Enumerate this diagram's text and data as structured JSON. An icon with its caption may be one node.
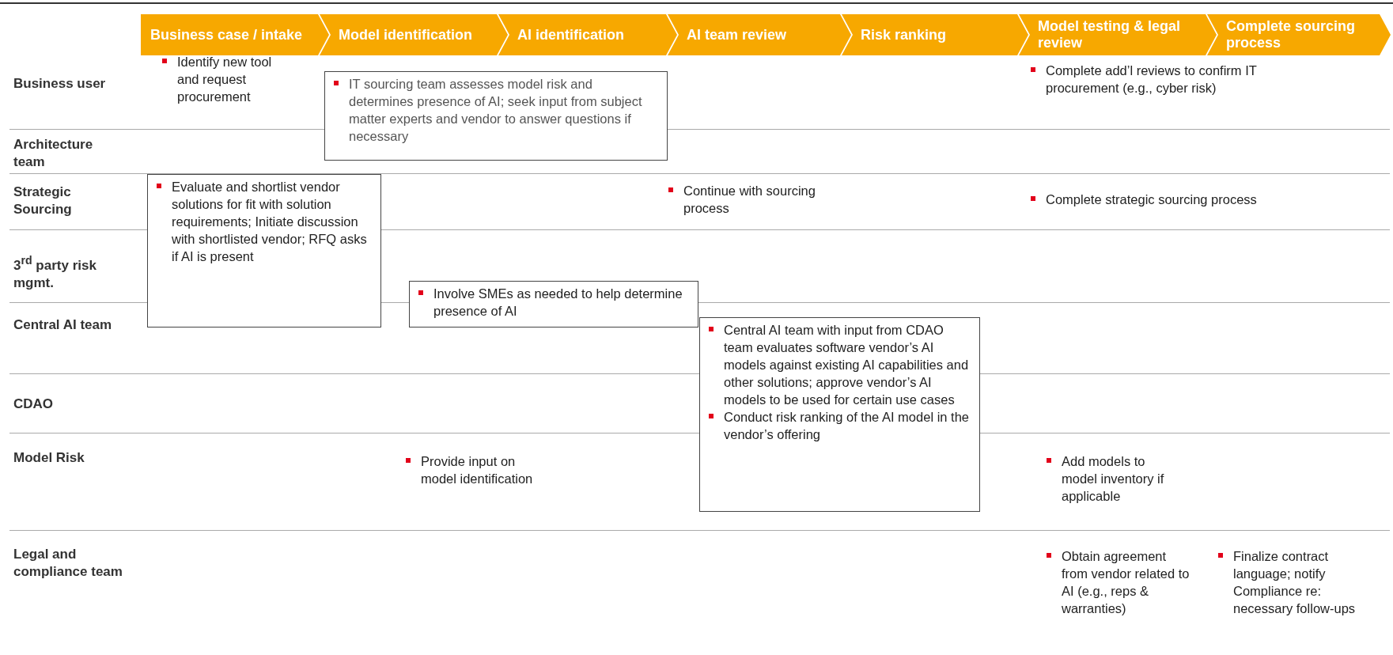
{
  "diagram": {
    "nodes": [
      {
        "text": [
          "Business case / intake"
        ]
      },
      {
        "text": [
          "Model identification"
        ]
      },
      {
        "text": [
          "AI identification"
        ]
      },
      {
        "text": [
          "AI team review"
        ]
      },
      {
        "text": [
          "Risk ranking"
        ]
      },
      {
        "text": [
          "Model testing & legal review"
        ]
      },
      {
        "text": [
          "Complete sourcing process"
        ]
      },
      {
        "text": [
          "IT sourcing team assesses model risk and determines presence of AI; seek input from subject matter experts and vendor to answer questions if necessary"
        ]
      },
      {
        "text": [
          "Evaluate and shortlist vendor solutions for fit with solution requirements; Initiate discussion with shortlisted vendor; RFQ asks if AI is present"
        ]
      },
      {
        "text": [
          "Involve SMEs as needed to help determine presence of AI"
        ]
      },
      {
        "text": [
          "Central AI team with input from CDAO team evaluates software vendor’s AI models against existing AI capabilities and other solutions; approve vendor’s AI models to be used for certain use cases",
          "Conduct risk ranking of the AI model in the vendor’s offering"
        ]
      }
    ],
    "edges": [],
    "labels": [
      "Business user",
      "Identify new tool and request procurement",
      "Complete add’l reviews to confirm IT procurement (e.g., cyber risk)",
      "Architecture team",
      "Strategic Sourcing",
      "Continue with sourcing process",
      "Complete strategic sourcing process",
      "3$^{rd}$ party risk mgmt.",
      "Central AI team",
      "CDAO",
      "Model Risk",
      "Provide input on model identification",
      "Add models to model inventory if applicable",
      "Legal and compliance team",
      "Obtain agreement from vendor related to AI (e.g., reps & warranties)",
      "Finalize contract language; notify Compliance re: necessary follow-ups"
    ]
  }
}
